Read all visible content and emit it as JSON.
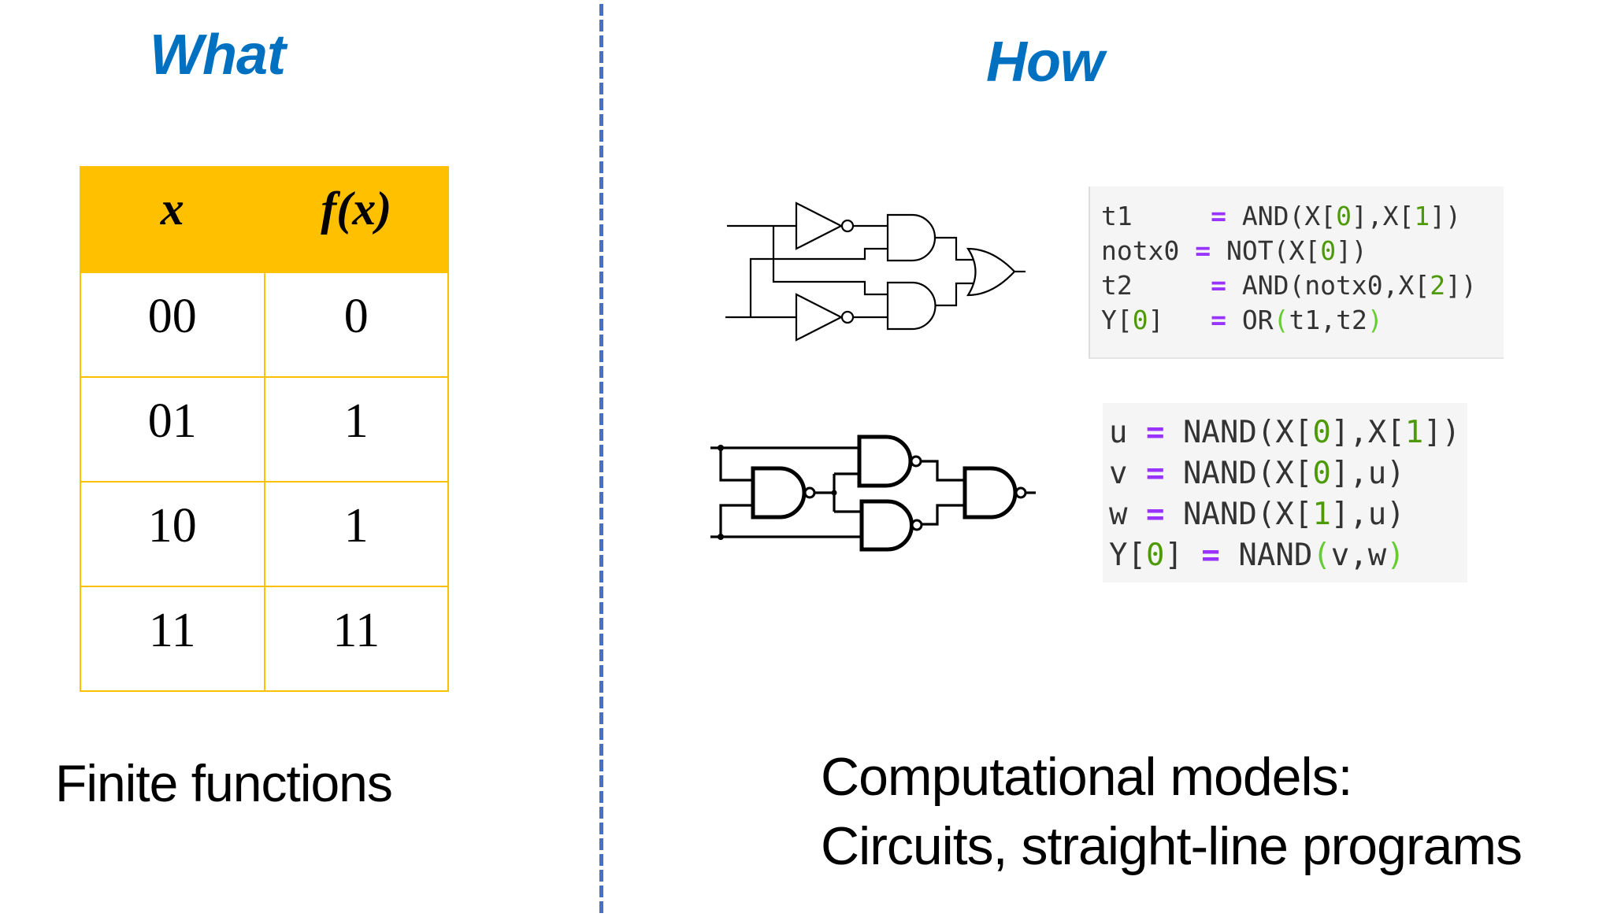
{
  "titles": {
    "what": "What",
    "how": "How"
  },
  "colors": {
    "title_blue": "#0070C0",
    "table_header": "#FFC000",
    "divider": "#4472C4",
    "code_operator": "#9933ff",
    "code_number": "#4e9a06",
    "code_paren": "#66cc33",
    "code_background": "#f5f5f5"
  },
  "truth_table": {
    "headers": [
      "x",
      "f(x)"
    ],
    "rows": [
      [
        "00",
        "0"
      ],
      [
        "01",
        "1"
      ],
      [
        "10",
        "1"
      ],
      [
        "11",
        "11"
      ]
    ]
  },
  "captions": {
    "left": "Finite functions",
    "right_line1": "Computational models:",
    "right_line2": "Circuits, straight-line programs"
  },
  "circuits": {
    "and_or_not": {
      "gates": [
        "NOT",
        "NOT",
        "AND",
        "AND",
        "OR"
      ],
      "inputs": 2,
      "outputs": 1
    },
    "nand": {
      "gates": [
        "NAND",
        "NAND",
        "NAND",
        "NAND"
      ],
      "inputs": 2,
      "outputs": 1
    }
  },
  "programs": {
    "aon": [
      {
        "lhs": "t1",
        "pad": "     ",
        "op": "=",
        "rhs": [
          [
            "t",
            "AND(X["
          ],
          [
            "n",
            "0"
          ],
          [
            "t",
            "],X["
          ],
          [
            "n",
            "1"
          ],
          [
            "t",
            "])"
          ]
        ]
      },
      {
        "lhs": "notx0",
        "pad": " ",
        "op": "=",
        "rhs": [
          [
            "t",
            "NOT(X["
          ],
          [
            "n",
            "0"
          ],
          [
            "t",
            "])"
          ]
        ]
      },
      {
        "lhs": "t2",
        "pad": "     ",
        "op": "=",
        "rhs": [
          [
            "t",
            "AND(notx0,X["
          ],
          [
            "n",
            "2"
          ],
          [
            "t",
            "])"
          ]
        ]
      },
      {
        "lhs_parts": [
          [
            "t",
            "Y["
          ],
          [
            "n",
            "0"
          ],
          [
            "t",
            "]"
          ]
        ],
        "pad": "   ",
        "op": "=",
        "rhs": [
          [
            "t",
            "OR"
          ],
          [
            "p",
            "("
          ],
          [
            "t",
            "t1,t2"
          ],
          [
            "p",
            ")"
          ]
        ]
      }
    ],
    "nand": [
      {
        "lhs": "u",
        "pad": " ",
        "op": "=",
        "rhs": [
          [
            "t",
            "NAND(X["
          ],
          [
            "n",
            "0"
          ],
          [
            "t",
            "],X["
          ],
          [
            "n",
            "1"
          ],
          [
            "t",
            "])"
          ]
        ]
      },
      {
        "lhs": "v",
        "pad": " ",
        "op": "=",
        "rhs": [
          [
            "t",
            "NAND(X["
          ],
          [
            "n",
            "0"
          ],
          [
            "t",
            "],u)"
          ]
        ]
      },
      {
        "lhs": "w",
        "pad": " ",
        "op": "=",
        "rhs": [
          [
            "t",
            "NAND(X["
          ],
          [
            "n",
            "1"
          ],
          [
            "t",
            "],u)"
          ]
        ]
      },
      {
        "lhs_parts": [
          [
            "t",
            "Y["
          ],
          [
            "n",
            "0"
          ],
          [
            "t",
            "]"
          ]
        ],
        "pad": " ",
        "op": "=",
        "rhs": [
          [
            "t",
            "NAND"
          ],
          [
            "p",
            "("
          ],
          [
            "t",
            "v,w"
          ],
          [
            "p",
            ")"
          ]
        ]
      }
    ]
  }
}
